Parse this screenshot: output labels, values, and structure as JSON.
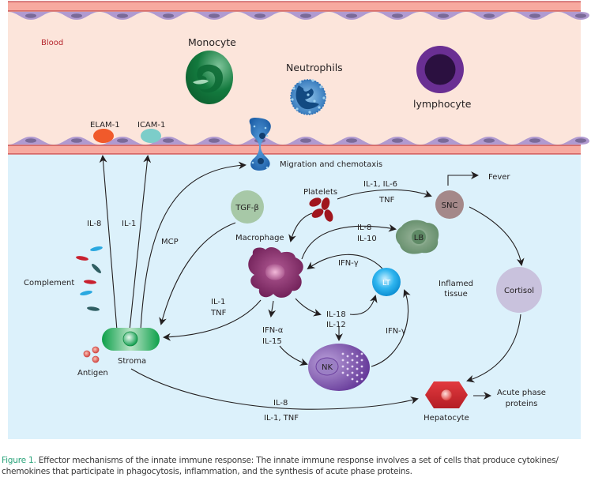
{
  "figure": {
    "caption_label": "Figure 1.",
    "caption_text": " Effector mechanisms of the innate immune response: The innate immune response involves a set of cells that produce cytokines/ chemokines that participate in phagocytosis, inflammation, and the synthesis of acute phase proteins."
  },
  "colors": {
    "blood_bg": "#fce5db",
    "tissue_bg": "#dcf1fb",
    "vessel_wall": "#f7aaa0",
    "vessel_wall_line": "#b5252d",
    "endothelium": "#b09ad0",
    "endothelium_nucleus": "#7a6a98",
    "caption_accent": "#2aa37a",
    "blood_label": "#b5252d"
  },
  "blood": {
    "label": "Blood",
    "cells": {
      "monocyte": "Monocyte",
      "neutrophils": "Neutrophils",
      "lymphocyte": "lymphocyte"
    },
    "adhesion": {
      "elam": "ELAM-1",
      "icam": "ICAM-1"
    }
  },
  "tissue": {
    "migration": "Migration and chemotaxis",
    "complement": "Complement",
    "antigen": "Antigen",
    "stroma": "Stroma",
    "tgf": "TGF-β",
    "macrophage": "Macrophage",
    "platelets": "Platelets",
    "snc": "SNC",
    "fever": "Fever",
    "lb": "LB",
    "lt": "LT",
    "nk": "NK",
    "cortisol": "Cortisol",
    "inflamed_1": "Inflamed",
    "inflamed_2": "tissue",
    "hepatocyte": "Hepatocyte",
    "acute_1": "Acute phase",
    "acute_2": "proteins"
  },
  "arrows": {
    "il8_up": "IL-8",
    "il1_up": "IL-1",
    "mcp": "MCP",
    "il1_il6": "IL-1, IL-6",
    "tnf_snc": "TNF",
    "il8_lb": "IL-8",
    "il10_lb": "IL-10",
    "ifng_lt_mac": "IFN-γ",
    "il1_stroma": "IL-1",
    "tnf_stroma": "TNF",
    "ifna": "IFN-α",
    "il15": "IL-15",
    "il18": "IL-18",
    "il12": "IL-12",
    "ifng_nk_lt": "IFN-γ",
    "il8_hep": "IL-8",
    "il1_tnf_hep": "IL-1, TNF"
  }
}
